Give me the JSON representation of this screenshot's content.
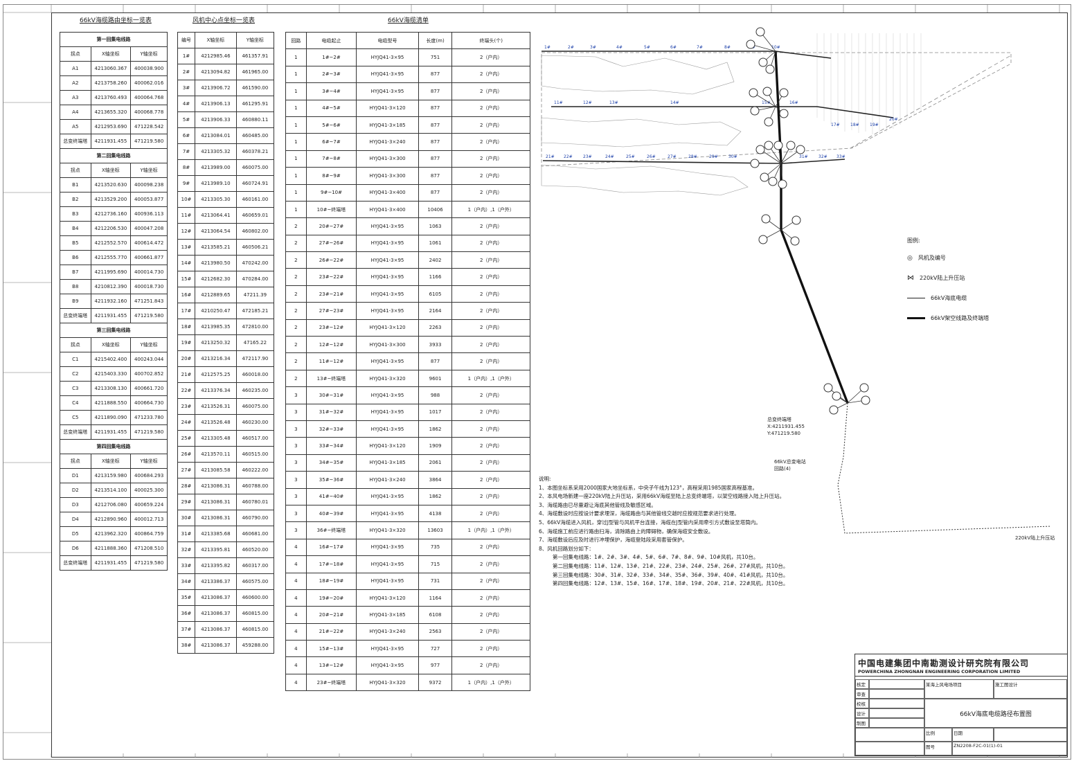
{
  "tables": {
    "coords": {
      "title": "66kV海缆路由坐标一览表",
      "sections": [
        {
          "name": "第一回集电线路",
          "head": [
            "拐点",
            "X轴坐标",
            "Y轴坐标"
          ],
          "rows": [
            [
              "A1",
              "4213060.367",
              "400038.900"
            ],
            [
              "A2",
              "4213758.260",
              "400062.016"
            ],
            [
              "A3",
              "4213760.493",
              "400064.768"
            ],
            [
              "A4",
              "4213655.320",
              "400068.778"
            ],
            [
              "A5",
              "4212953.690",
              "471228.542"
            ],
            [
              "总变终端塔",
              "4211931.455",
              "471219.580"
            ]
          ]
        },
        {
          "name": "第二回集电线路",
          "head": [
            "拐点",
            "X轴坐标",
            "Y轴坐标"
          ],
          "rows": [
            [
              "B1",
              "4213520.630",
              "400098.238"
            ],
            [
              "B2",
              "4213529.200",
              "400053.877"
            ],
            [
              "B3",
              "4212736.160",
              "400936.113"
            ],
            [
              "B4",
              "4212206.530",
              "400047.208"
            ],
            [
              "B5",
              "4212552.570",
              "400614.472"
            ],
            [
              "B6",
              "4212555.770",
              "400661.877"
            ],
            [
              "B7",
              "4211995.690",
              "400014.730"
            ],
            [
              "B8",
              "4210812.390",
              "400018.730"
            ],
            [
              "B9",
              "4211932.160",
              "471251.843"
            ],
            [
              "总变终端塔",
              "4211931.455",
              "471219.580"
            ]
          ]
        },
        {
          "name": "第三回集电线路",
          "head": [
            "拐点",
            "X轴坐标",
            "Y轴坐标"
          ],
          "rows": [
            [
              "C1",
              "4215402.400",
              "400243.044"
            ],
            [
              "C2",
              "4215403.330",
              "400702.852"
            ],
            [
              "C3",
              "4213308.130",
              "400661.720"
            ],
            [
              "C4",
              "4211888.550",
              "400664.730"
            ],
            [
              "C5",
              "4211890.090",
              "471233.780"
            ],
            [
              "总变终端塔",
              "4211931.455",
              "471219.580"
            ]
          ]
        },
        {
          "name": "第四回集电线路",
          "head": [
            "拐点",
            "X轴坐标",
            "Y轴坐标"
          ],
          "rows": [
            [
              "D1",
              "4213159.980",
              "400684.293"
            ],
            [
              "D2",
              "4213514.100",
              "400025.300"
            ],
            [
              "D3",
              "4212706.080",
              "400659.224"
            ],
            [
              "D4",
              "4212890.960",
              "400012.713"
            ],
            [
              "D5",
              "4213962.320",
              "400864.759"
            ],
            [
              "D6",
              "4211888.360",
              "471208.510"
            ],
            [
              "总变终端塔",
              "4211931.455",
              "471219.580"
            ]
          ]
        }
      ]
    },
    "turbines": {
      "title": "风机中心点坐标一览表",
      "head": [
        "编号",
        "X轴坐标",
        "Y轴坐标"
      ],
      "rows": [
        [
          "1#",
          "4212985.46",
          "461357.91"
        ],
        [
          "2#",
          "4213094.82",
          "461965.00"
        ],
        [
          "3#",
          "4213906.72",
          "461590.00"
        ],
        [
          "4#",
          "4213906.13",
          "461295.91"
        ],
        [
          "5#",
          "4213906.33",
          "460880.11"
        ],
        [
          "6#",
          "4213084.01",
          "460485.00"
        ],
        [
          "7#",
          "4213305.32",
          "460378.21"
        ],
        [
          "8#",
          "4213989.00",
          "460075.00"
        ],
        [
          "9#",
          "4213989.10",
          "460724.91"
        ],
        [
          "10#",
          "4213305.30",
          "460161.00"
        ],
        [
          "11#",
          "4213064.41",
          "460659.01"
        ],
        [
          "12#",
          "4213064.54",
          "460802.00"
        ],
        [
          "13#",
          "4213585.21",
          "460506.21"
        ],
        [
          "14#",
          "4213980.50",
          "470242.00"
        ],
        [
          "15#",
          "4212682.30",
          "470284.00"
        ],
        [
          "16#",
          "4212889.65",
          "47211.39"
        ],
        [
          "17#",
          "4210250.47",
          "472185.21"
        ],
        [
          "18#",
          "4213985.35",
          "472810.00"
        ],
        [
          "19#",
          "4213250.32",
          "47165.22"
        ],
        [
          "20#",
          "4213216.34",
          "472117.90"
        ],
        [
          "21#",
          "4212575.25",
          "460018.00"
        ],
        [
          "22#",
          "4213376.34",
          "460235.00"
        ],
        [
          "23#",
          "4213526.31",
          "460075.00"
        ],
        [
          "24#",
          "4213526.48",
          "460230.00"
        ],
        [
          "25#",
          "4213305.48",
          "460517.00"
        ],
        [
          "26#",
          "4213570.11",
          "460515.00"
        ],
        [
          "27#",
          "4213085.58",
          "460222.00"
        ],
        [
          "28#",
          "4213086.31",
          "460788.00"
        ],
        [
          "29#",
          "4213086.31",
          "460780.01"
        ],
        [
          "30#",
          "4213086.31",
          "460790.00"
        ],
        [
          "31#",
          "4213385.68",
          "460681.00"
        ],
        [
          "32#",
          "4213395.81",
          "460520.00"
        ],
        [
          "33#",
          "4213395.82",
          "460317.00"
        ],
        [
          "34#",
          "4213386.37",
          "460575.00"
        ],
        [
          "35#",
          "4213086.37",
          "460600.00"
        ],
        [
          "36#",
          "4213086.37",
          "460815.00"
        ],
        [
          "37#",
          "4213086.37",
          "460815.00"
        ],
        [
          "38#",
          "4213086.37",
          "459288.00"
        ]
      ]
    },
    "cables": {
      "title": "66kV海缆清单",
      "head": [
        "回路",
        "电缆起止",
        "电缆型号",
        "长度(m)",
        "终端头(个)"
      ],
      "rows": [
        [
          "1",
          "1#~2#",
          "HYJQ41-3×95",
          "751",
          "2（户内）"
        ],
        [
          "1",
          "2#~3#",
          "HYJQ41-3×95",
          "877",
          "2（户内）"
        ],
        [
          "1",
          "3#~4#",
          "HYJQ41-3×95",
          "877",
          "2（户内）"
        ],
        [
          "1",
          "4#~5#",
          "HYJQ41-3×120",
          "877",
          "2（户内）"
        ],
        [
          "1",
          "5#~6#",
          "HYJQ41-3×185",
          "877",
          "2（户内）"
        ],
        [
          "1",
          "6#~7#",
          "HYJQ41-3×240",
          "877",
          "2（户内）"
        ],
        [
          "1",
          "7#~8#",
          "HYJQ41-3×300",
          "877",
          "2（户内）"
        ],
        [
          "1",
          "8#~9#",
          "HYJQ41-3×300",
          "877",
          "2（户内）"
        ],
        [
          "1",
          "9#~10#",
          "HYJQ41-3×400",
          "877",
          "2（户内）"
        ],
        [
          "1",
          "10#~终端塔",
          "HYJQ41-3×400",
          "10406",
          "1（户内）,1（户外）"
        ],
        [
          "2",
          "20#~27#",
          "HYJQ41-3×95",
          "1063",
          "2（户内）"
        ],
        [
          "2",
          "27#~26#",
          "HYJQ41-3×95",
          "1061",
          "2（户内）"
        ],
        [
          "2",
          "26#~22#",
          "HYJQ41-3×95",
          "2402",
          "2（户内）"
        ],
        [
          "2",
          "23#~22#",
          "HYJQ41-3×95",
          "1166",
          "2（户内）"
        ],
        [
          "2",
          "23#~21#",
          "HYJQ41-3×95",
          "6105",
          "2（户内）"
        ],
        [
          "2",
          "27#~23#",
          "HYJQ41-3×95",
          "2164",
          "2（户内）"
        ],
        [
          "2",
          "23#~12#",
          "HYJQ41-3×120",
          "2263",
          "2（户内）"
        ],
        [
          "2",
          "12#~12#",
          "HYJQ41-3×300",
          "3933",
          "2（户内）"
        ],
        [
          "2",
          "11#~12#",
          "HYJQ41-3×95",
          "877",
          "2（户内）"
        ],
        [
          "2",
          "13#~终端塔",
          "HYJQ41-3×320",
          "9601",
          "1（户内）,1（户外）"
        ],
        [
          "3",
          "30#~31#",
          "HYJQ41-3×95",
          "988",
          "2（户内）"
        ],
        [
          "3",
          "31#~32#",
          "HYJQ41-3×95",
          "1017",
          "2（户内）"
        ],
        [
          "3",
          "32#~33#",
          "HYJQ41-3×95",
          "1862",
          "2（户内）"
        ],
        [
          "3",
          "33#~34#",
          "HYJQ41-3×120",
          "1909",
          "2（户内）"
        ],
        [
          "3",
          "34#~35#",
          "HYJQ41-3×185",
          "2061",
          "2（户内）"
        ],
        [
          "3",
          "35#~36#",
          "HYJQ41-3×240",
          "3864",
          "2（户内）"
        ],
        [
          "3",
          "41#~40#",
          "HYJQ41-3×95",
          "1862",
          "2（户内）"
        ],
        [
          "3",
          "40#~39#",
          "HYJQ41-3×95",
          "4138",
          "2（户内）"
        ],
        [
          "3",
          "36#~终端塔",
          "HYJQ41-3×320",
          "13603",
          "1（户内）,1（户外）"
        ],
        [
          "4",
          "16#~17#",
          "HYJQ41-3×95",
          "735",
          "2（户内）"
        ],
        [
          "4",
          "17#~18#",
          "HYJQ41-3×95",
          "715",
          "2（户内）"
        ],
        [
          "4",
          "18#~19#",
          "HYJQ41-3×95",
          "731",
          "2（户内）"
        ],
        [
          "4",
          "19#~20#",
          "HYJQ41-3×120",
          "1164",
          "2（户内）"
        ],
        [
          "4",
          "20#~21#",
          "HYJQ41-3×185",
          "6108",
          "2（户内）"
        ],
        [
          "4",
          "21#~22#",
          "HYJQ41-3×240",
          "2563",
          "2（户内）"
        ],
        [
          "4",
          "15#~13#",
          "HYJQ41-3×95",
          "727",
          "2（户内）"
        ],
        [
          "4",
          "13#~12#",
          "HYJQ41-3×95",
          "977",
          "2（户内）"
        ],
        [
          "4",
          "23#~终端塔",
          "HYJQ41-3×320",
          "9372",
          "1（户内）,1（户外）"
        ]
      ]
    }
  },
  "map": {
    "labels": {
      "terminal": "总变终端塔",
      "terminal_x": "X:4211931.455",
      "terminal_y": "Y:471219.580",
      "substation": "66kV总变电站",
      "substation_sub": "回路(4)",
      "landing": "220kV陆上升压站"
    }
  },
  "legend": {
    "title": "图例:",
    "items": [
      "风机及编号",
      "220kV陆上升压站",
      "66kV海底电缆",
      "66kV架空线路及终端塔"
    ]
  },
  "notes": {
    "title": "说明:",
    "items": [
      "1、本图坐标系采用2000国家大地坐标系，中央子午线为123°，高程采用1985国家高程基准。",
      "2、本风电场新建一座220kV陆上升压站，采用66kV海缆至陆上总变终端塔，以架空线路接入陆上升压站。",
      "3、海缆路由已尽量避让海底其他管线及敏感区域。",
      "4、海缆敷设时应按设计要求埋深，海缆路由与其他管线交越时应按规范要求进行处理。",
      "5、66kV海缆进入风机，穿过J型管与风机平台连接，海缆在J型管内采用牵引方式敷设至塔筒内。",
      "6、海缆施工前应进行路由扫海，清除路由上的障碍物，确保海缆安全敷设。",
      "7、海缆敷设后应及时进行冲埋保护，海缆登陆段采用套管保护。",
      "8、风机回路划分如下：",
      "第一回集电线路：1#、2#、3#、4#、5#、6#、7#、8#、9#、10#风机，共10台。",
      "第二回集电线路：11#、12#、13#、21#、22#、23#、24#、25#、26#、27#风机，共10台。",
      "第三回集电线路：30#、31#、32#、33#、34#、35#、36#、39#、40#、41#风机，共10台。",
      "第四回集电线路：12#、13#、15#、16#、17#、18#、19#、20#、21#、22#风机，共10台。"
    ]
  },
  "title_block": {
    "company_cn": "中国电建集团中南勘测设计研究院有限公司",
    "company_en": "POWERCHINA ZHONGNAN ENGINEERING CORPORATION LIMITED",
    "drawing_title": "66kV海底电缆路径布置图",
    "project": "某海上风电场项目",
    "stage": "施工图设计",
    "drawing_no": "ZN2208-F2C-01(1)-01",
    "roles": [
      "核定",
      "审查",
      "校核",
      "设计",
      "制图"
    ],
    "scale": "比例",
    "date": "日期",
    "sheet": "图号"
  }
}
